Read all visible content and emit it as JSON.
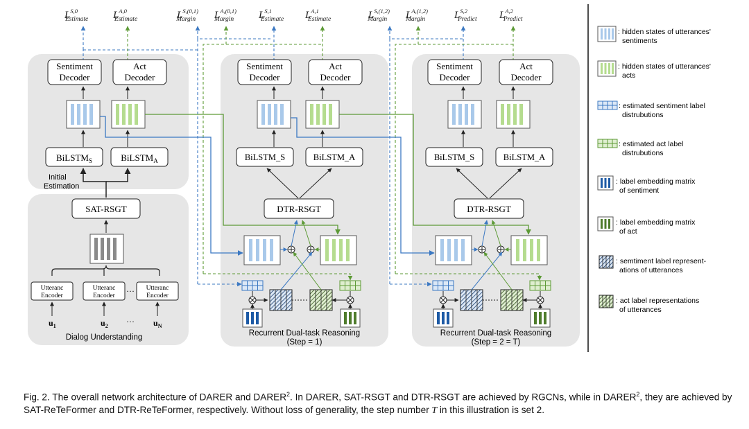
{
  "top_losses": [
    {
      "sym": "L",
      "sup": "S,0",
      "sub": "Estimate"
    },
    {
      "sym": "L",
      "sup": "A,0",
      "sub": "Estimate"
    },
    {
      "sym": "L",
      "sup": "S,(0,1)",
      "sub": "Margin"
    },
    {
      "sym": "L",
      "sup": "A,(0,1)",
      "sub": "Margin"
    },
    {
      "sym": "L",
      "sup": "S,1",
      "sub": "Estimate"
    },
    {
      "sym": "L",
      "sup": "A,1",
      "sub": "Estimate"
    },
    {
      "sym": "L",
      "sup": "S,(1,2)",
      "sub": "Margin"
    },
    {
      "sym": "L",
      "sup": "A,(1,2)",
      "sub": "Margin"
    },
    {
      "sym": "L",
      "sup": "S,2",
      "sub": "Predict"
    },
    {
      "sym": "L",
      "sup": "A,2",
      "sub": "Predict"
    }
  ],
  "decoders": {
    "sentiment_line1": "Sentiment",
    "sentiment_line2": "Decoder",
    "act_line1": "Act",
    "act_line2": "Decoder"
  },
  "initial": {
    "bilstm_s_main": "BiLSTM",
    "bilstm_s_sub": "S",
    "bilstm_a_main": "BiLSTM",
    "bilstm_a_sub": "A",
    "label_line1": "Initial",
    "label_line2": "Estimation"
  },
  "dialog": {
    "sat_rsgt": "SAT-RSGT",
    "encoder_line1": "Utteranc",
    "encoder_line2": "Encoder",
    "ellipsis": "···",
    "u1_main": "u",
    "u1_sub": "1",
    "u2_main": "u",
    "u2_sub": "2",
    "un_main": "u",
    "un_sub": "N",
    "label": "Dialog Understanding"
  },
  "reasoning": {
    "bilstm_s": "BiLSTM_S",
    "bilstm_a": "BiLSTM_A",
    "dtr_rsgt": "DTR-RSGT",
    "title": "Recurrent Dual-task Reasoning",
    "step1": "(Step = 1)",
    "step2": "(Step = 2 = T)"
  },
  "legend": [
    {
      "icon": "light-blue-bars-icon",
      "line1": ": hidden states of utterances'",
      "line2": "sentiments"
    },
    {
      "icon": "light-green-bars-icon",
      "line1": ": hidden states of utterances'",
      "line2": "acts"
    },
    {
      "icon": "blue-grid-icon",
      "line1": ": estimated sentiment label",
      "line2": "distrubutions"
    },
    {
      "icon": "green-grid-icon",
      "line1": ": estimated act  label",
      "line2": "distrubutions"
    },
    {
      "icon": "dark-blue-bars-icon",
      "line1": ": label embedding matrix",
      "line2": "of sentiment"
    },
    {
      "icon": "dark-green-bars-icon",
      "line1": ": label embedding matrix",
      "line2": "of act"
    },
    {
      "icon": "blue-pattern-icon",
      "line1": ": semtiment label represent-",
      "line2": "ations of utterances"
    },
    {
      "icon": "green-pattern-icon",
      "line1": ": act label representations",
      "line2": "of utterances"
    }
  ],
  "caption": {
    "p1": "Fig. 2. The overall network architecture of DARER and DARER",
    "s1": "2",
    "p2": ". In DARER, SAT-RSGT and DTR-RSGT are achieved by RGCNs, while in DARER",
    "s2": "2",
    "p3": ", they are achieved by SAT-ReTeFormer and DTR-ReTeFormer, respectively. Without loss of generality, the step number ",
    "t": "T",
    "p4": " in this illustration is set 2."
  },
  "colors": {
    "panel": "#e6e6e6",
    "sentiment_light": "#a9c9ea",
    "act_light": "#b5dc8f",
    "sentiment_dark": "#1d5aa5",
    "act_dark": "#4f7c2c",
    "blue_line": "#3b78c2",
    "green_line": "#5d9a36",
    "gray_bars": "#8a8a8a"
  }
}
